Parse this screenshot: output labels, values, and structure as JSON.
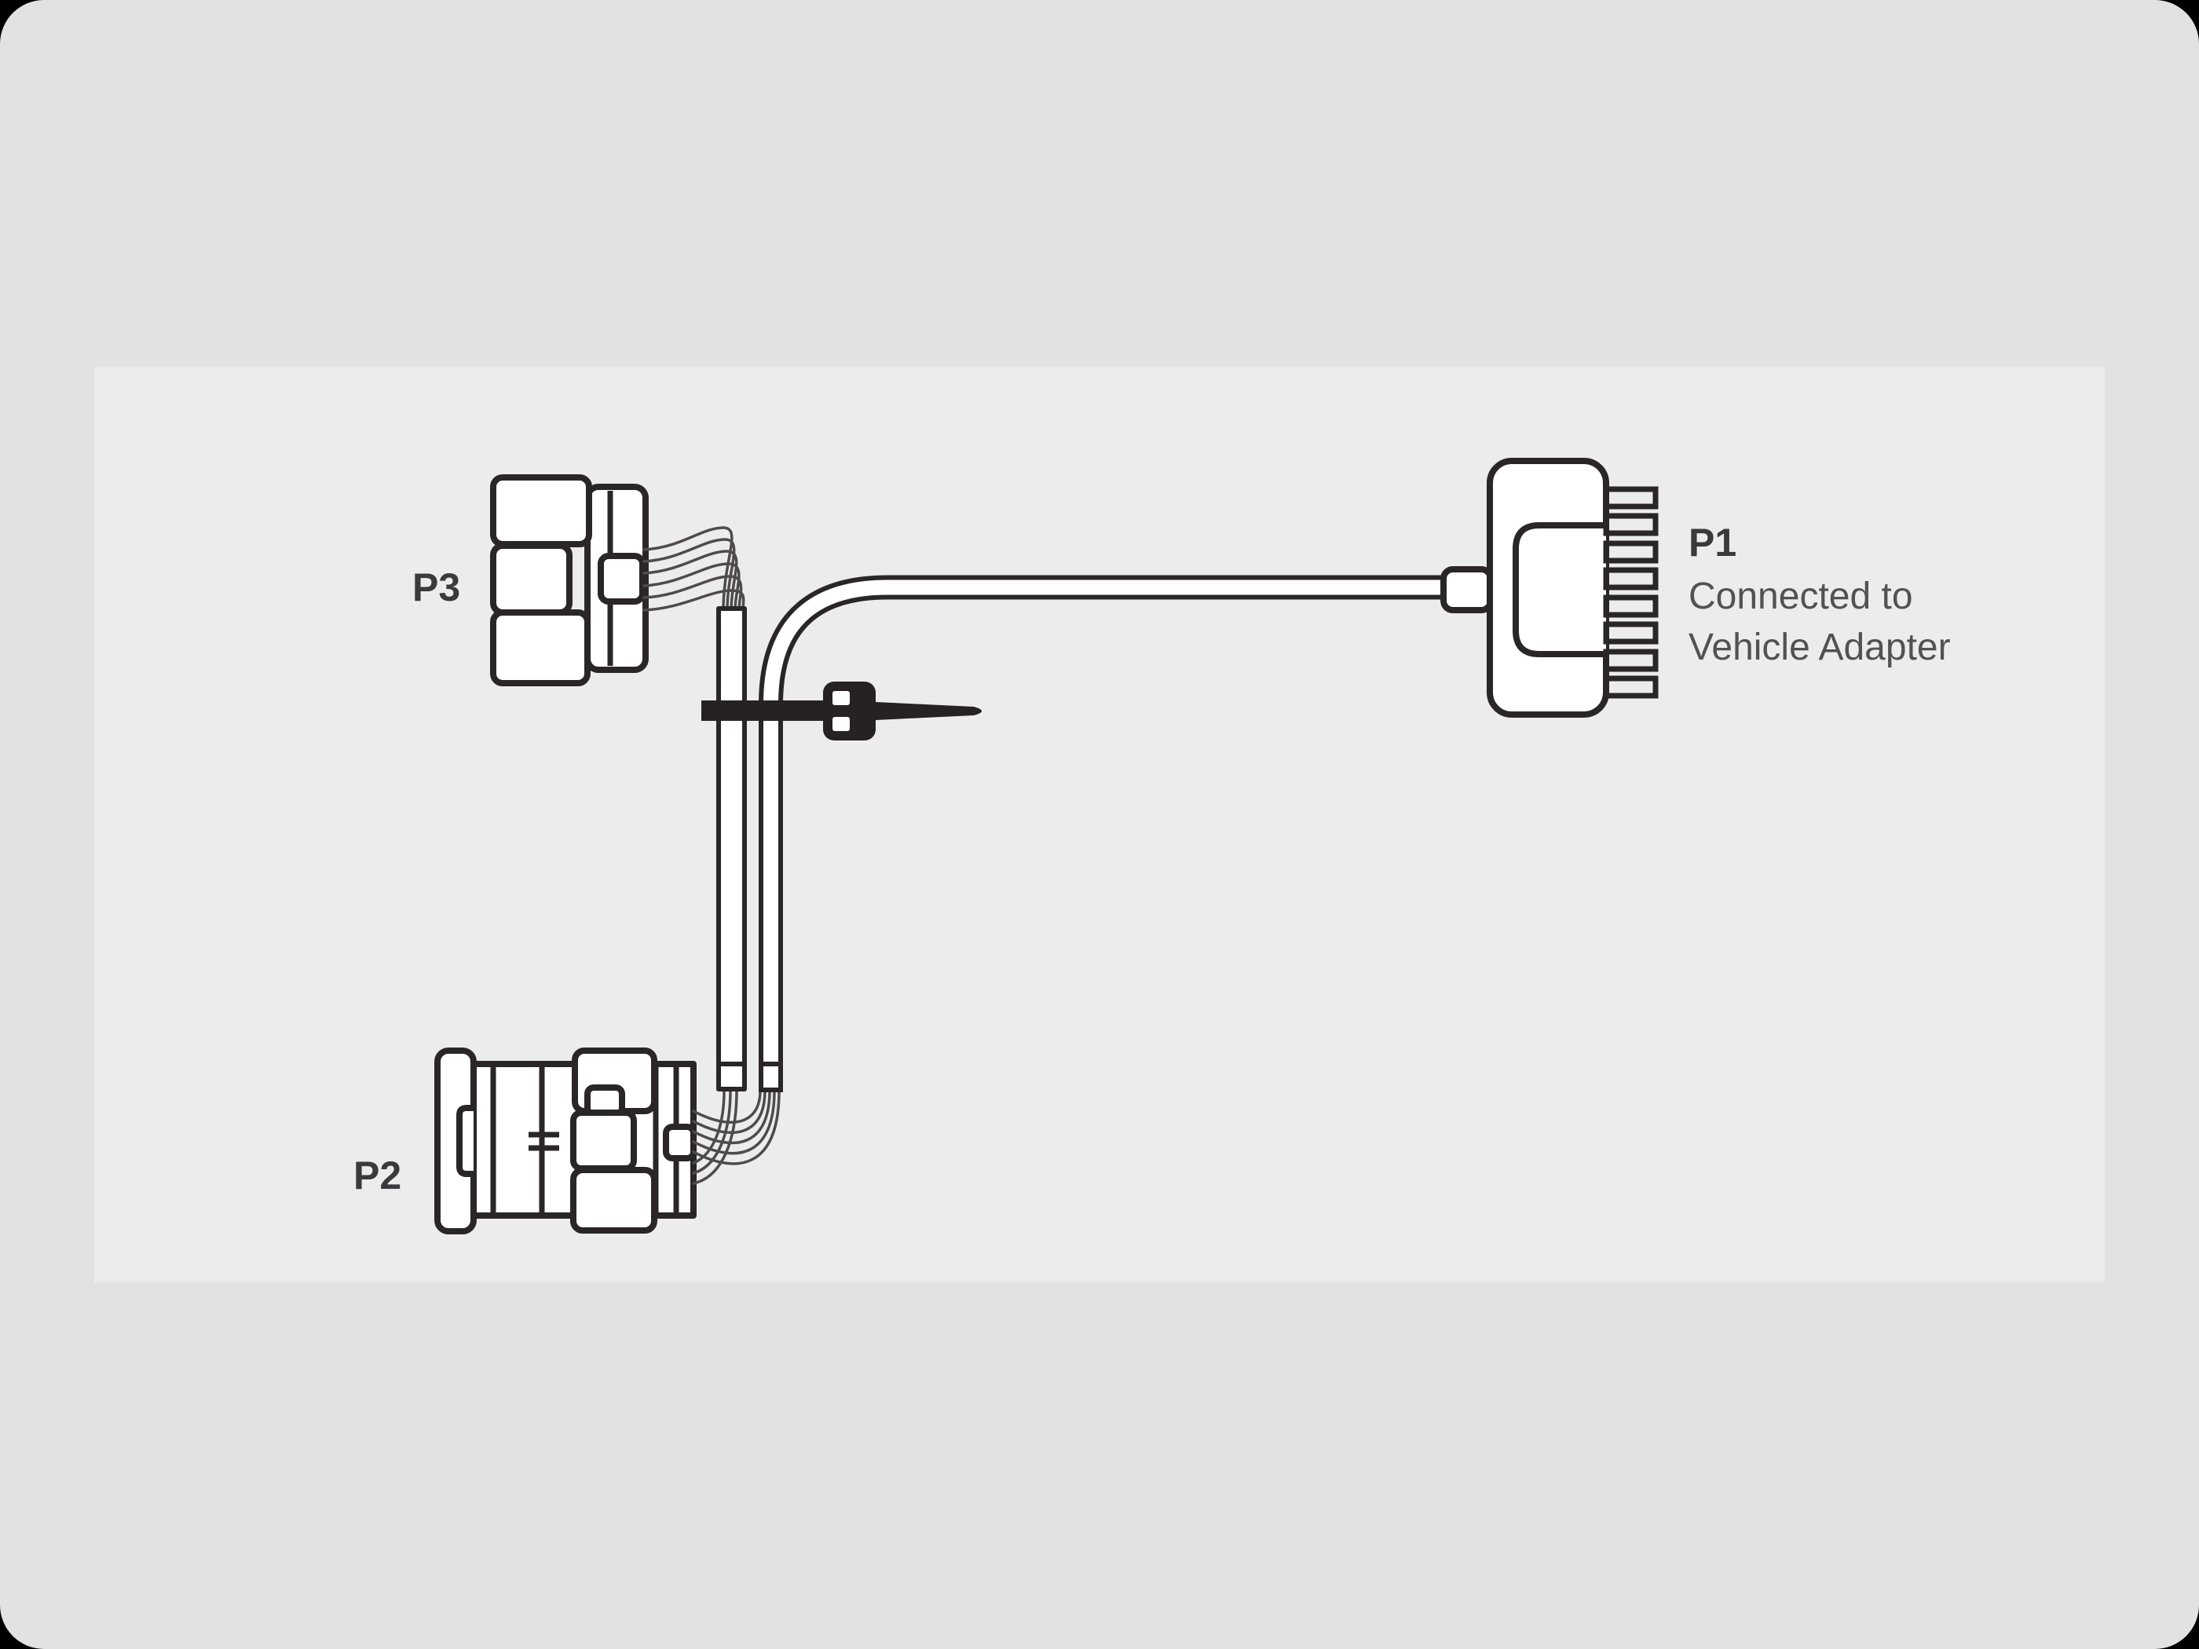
{
  "window": {
    "background_color": "#000000",
    "card_color": "#e2e2e2",
    "panel_color": "#ececec"
  },
  "diagram": {
    "line_color": "#2a2627",
    "wire_color": "#4f4b4a",
    "cable_tie_color": "#262122",
    "label_color": "#3a3a3c",
    "description_color": "#515254",
    "connectors": {
      "p3": {
        "label": "P3"
      },
      "p2": {
        "label": "P2"
      },
      "p1": {
        "label": "P1",
        "description_line1": "Connected to",
        "description_line2": "Vehicle Adapter"
      }
    },
    "p1_pin_count": 8
  }
}
